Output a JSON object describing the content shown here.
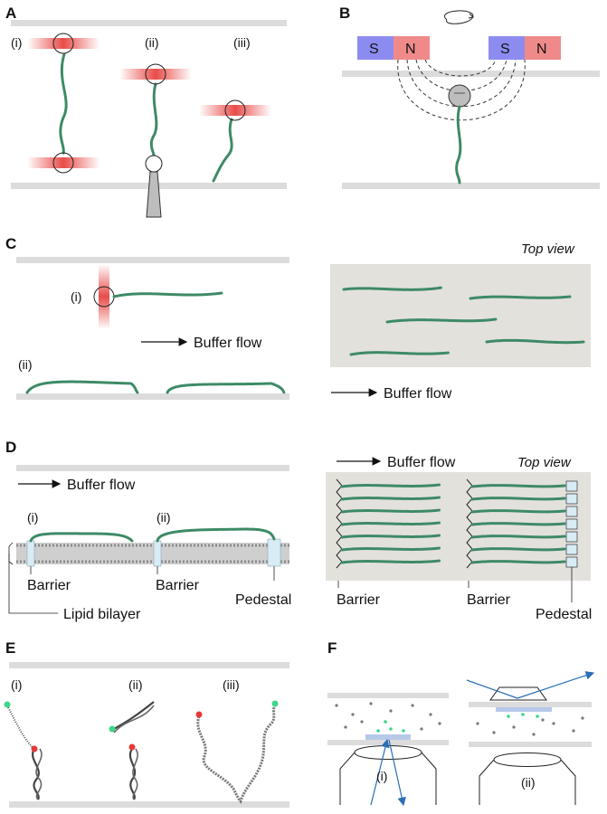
{
  "panels": {
    "A": {
      "letter": "A",
      "sub": [
        "(i)",
        "(ii)",
        "(iii)"
      ]
    },
    "B": {
      "letter": "B",
      "magnet_left": [
        "S",
        "N"
      ],
      "magnet_right": [
        "S",
        "N"
      ]
    },
    "C": {
      "letter": "C",
      "sub": [
        "(i)",
        "(ii)"
      ],
      "buffer_flow": "Buffer flow",
      "top_view": "Top view"
    },
    "D": {
      "letter": "D",
      "sub": [
        "(i)",
        "(ii)"
      ],
      "buffer_flow": "Buffer flow",
      "top_view": "Top view",
      "barrier": "Barrier",
      "pedestal": "Pedestal",
      "lipid_bilayer": "Lipid bilayer"
    },
    "E": {
      "letter": "E",
      "sub": [
        "(i)",
        "(ii)",
        "(iii)"
      ]
    },
    "F": {
      "letter": "F",
      "sub": [
        "(i)",
        "(ii)"
      ]
    }
  },
  "colors": {
    "surface": "#dcdcdc",
    "dna": "#3d8a66",
    "laser": "#e53935",
    "magnet_s": "#8c8cf0",
    "magnet_n": "#f08a8a",
    "pedestal": "#d8ecf5",
    "arrow_blue": "#2a6fb5",
    "fluor_green": "#3dd68a",
    "fluor_red": "#e53935"
  }
}
